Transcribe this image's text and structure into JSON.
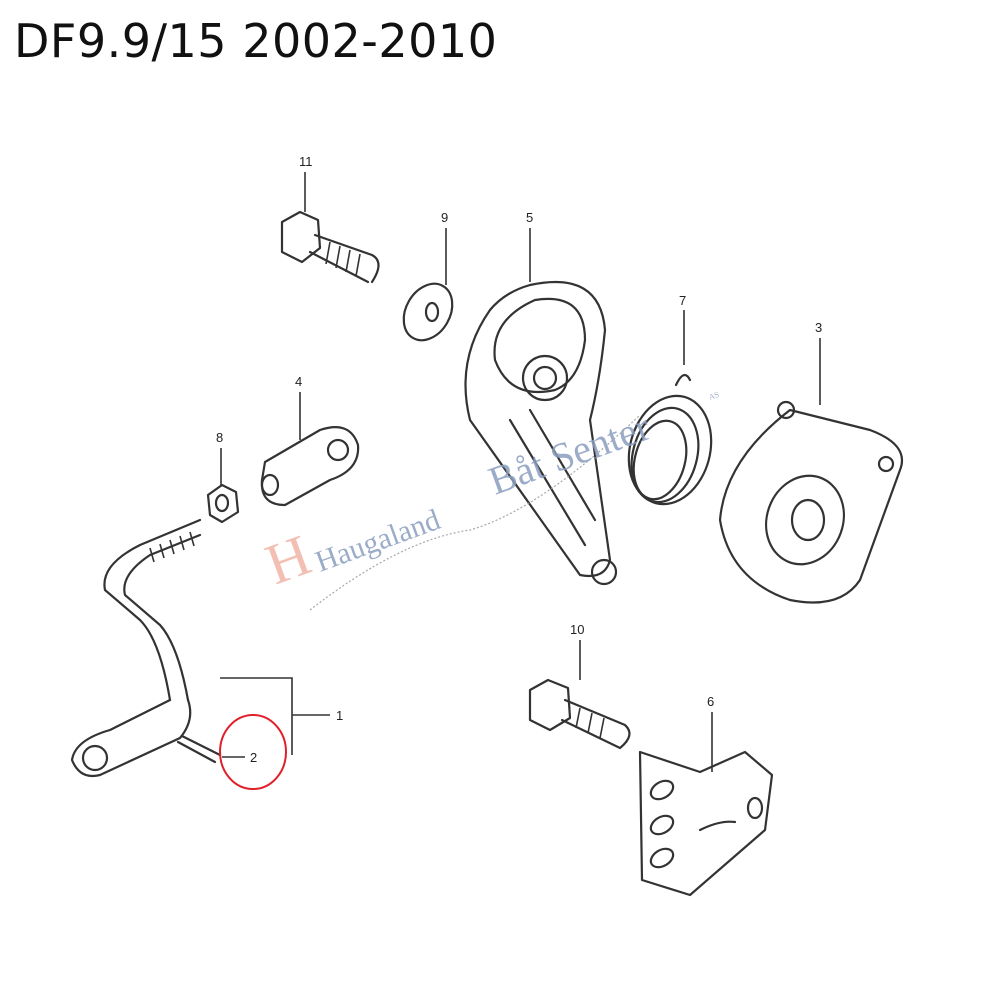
{
  "title": "DF9.9/15 2002-2010",
  "parts": [
    {
      "number": "1",
      "name": "shift-lever-rod"
    },
    {
      "number": "2",
      "name": "spring-pin",
      "highlighted": true
    },
    {
      "number": "3",
      "name": "shift-cam-cover"
    },
    {
      "number": "4",
      "name": "rod-joint"
    },
    {
      "number": "5",
      "name": "shift-arm"
    },
    {
      "number": "6",
      "name": "bracket-plate"
    },
    {
      "number": "7",
      "name": "spring"
    },
    {
      "number": "8",
      "name": "nut"
    },
    {
      "number": "9",
      "name": "washer"
    },
    {
      "number": "10",
      "name": "bolt"
    },
    {
      "number": "11",
      "name": "bolt"
    }
  ],
  "watermark": {
    "line1": "Haugaland",
    "line2": "Båt Senter",
    "suffix": "AS"
  },
  "colors": {
    "highlight": "#e0202a",
    "watermark_blue": "#8a9ec0",
    "watermark_red": "#f2b4a6"
  }
}
